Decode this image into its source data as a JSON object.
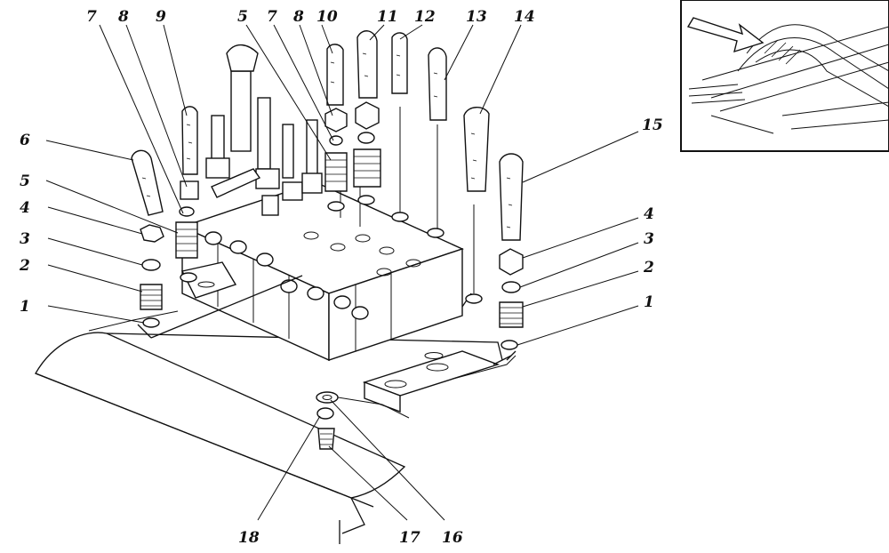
{
  "labels": {
    "l1a": "1",
    "l2a": "2",
    "l3a": "3",
    "l4a": "4",
    "l5a": "5",
    "l6": "6",
    "l7a": "7",
    "l8a": "8",
    "l9": "9",
    "l5b": "5",
    "l7b": "7",
    "l8b": "8",
    "l10": "10",
    "l11": "11",
    "l12": "12",
    "l13": "13",
    "l14": "14",
    "l15": "15",
    "l4b": "4",
    "l3b": "3",
    "l2b": "2",
    "l1b": "1",
    "l16": "16",
    "l17": "17",
    "l18": "18"
  }
}
